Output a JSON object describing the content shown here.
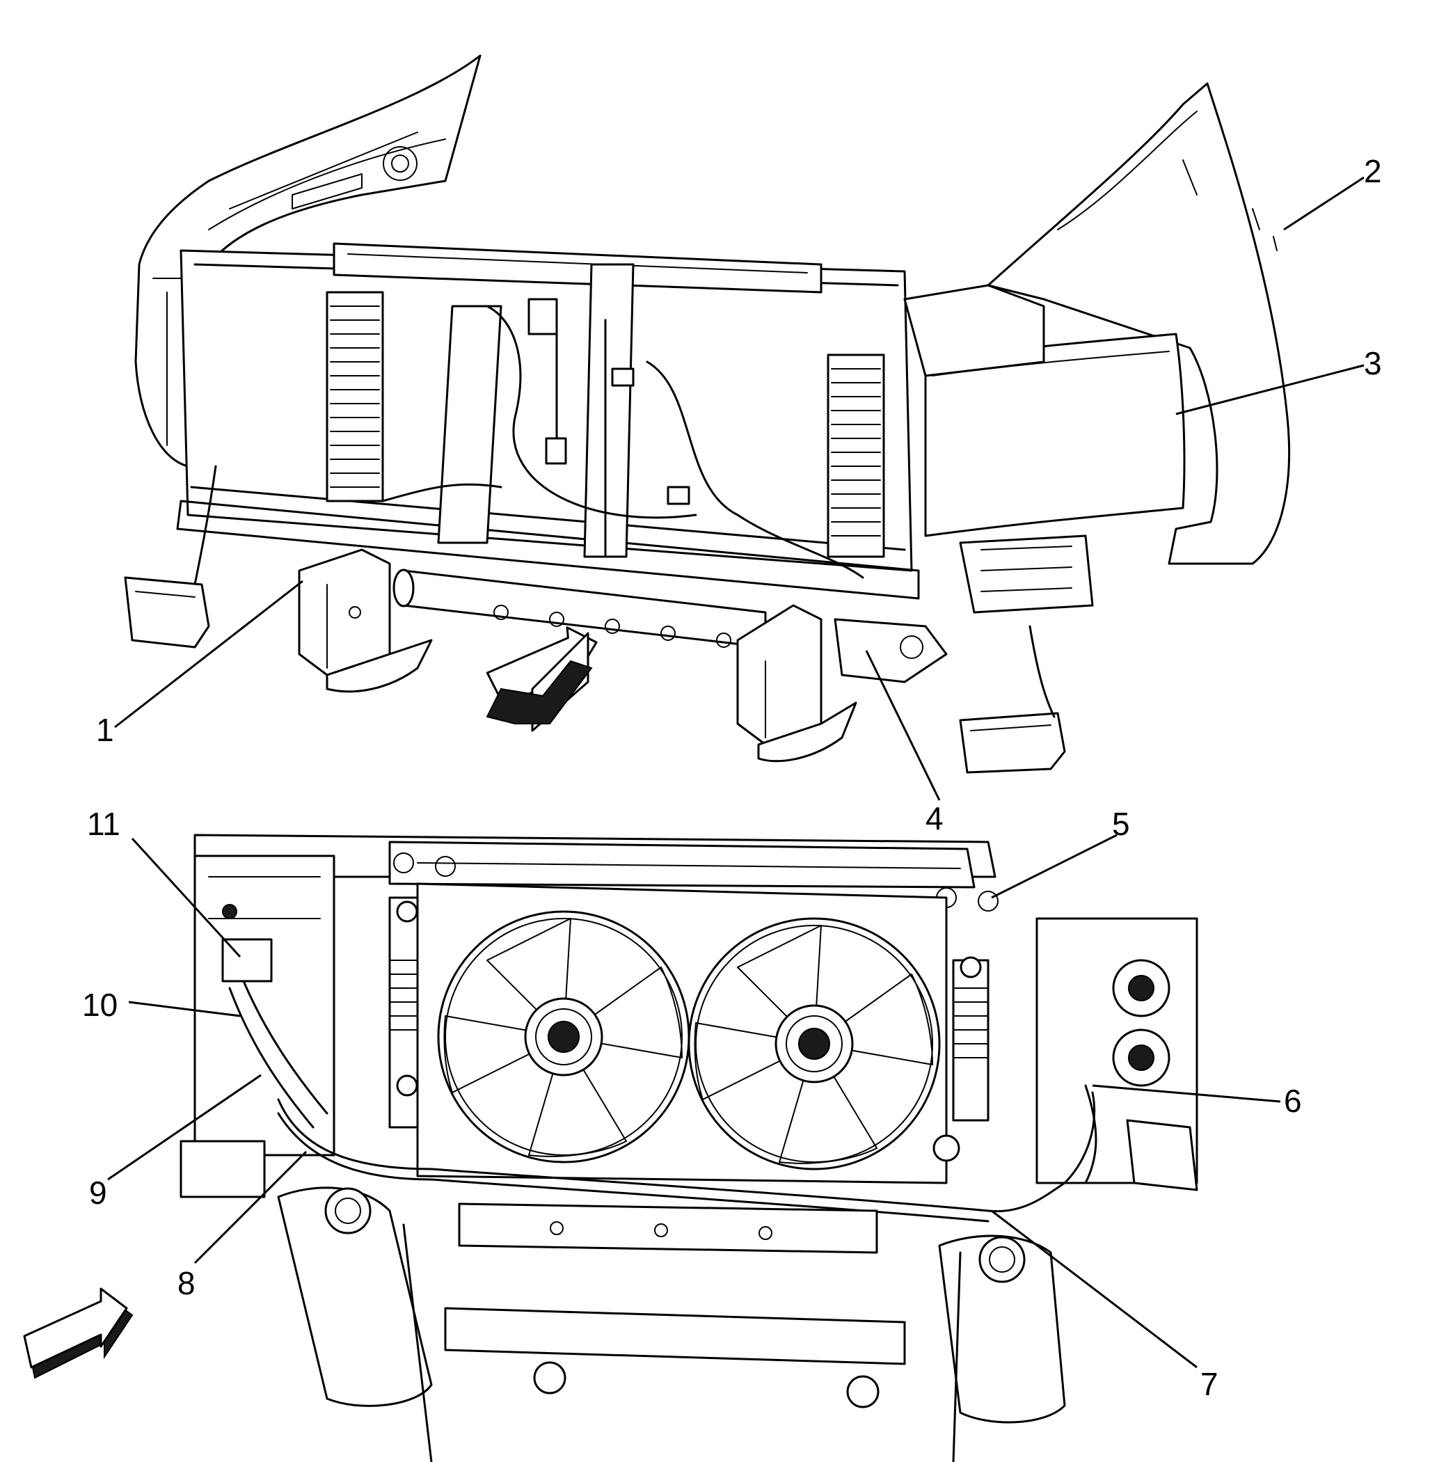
{
  "callouts": [
    {
      "id": "c1",
      "label": "1"
    },
    {
      "id": "c2",
      "label": "2"
    },
    {
      "id": "c3",
      "label": "3"
    },
    {
      "id": "c4",
      "label": "4"
    },
    {
      "id": "c5",
      "label": "5"
    },
    {
      "id": "c6",
      "label": "6"
    },
    {
      "id": "c7",
      "label": "7"
    },
    {
      "id": "c8",
      "label": "8"
    },
    {
      "id": "c9",
      "label": "9"
    },
    {
      "id": "c10",
      "label": "10"
    },
    {
      "id": "c11",
      "label": "11"
    }
  ],
  "icons": {
    "upper_arrow": "direction-arrow-icon",
    "lower_arrow": "direction-arrow-icon"
  },
  "colors": {
    "line": "#000000",
    "background": "#ffffff"
  }
}
